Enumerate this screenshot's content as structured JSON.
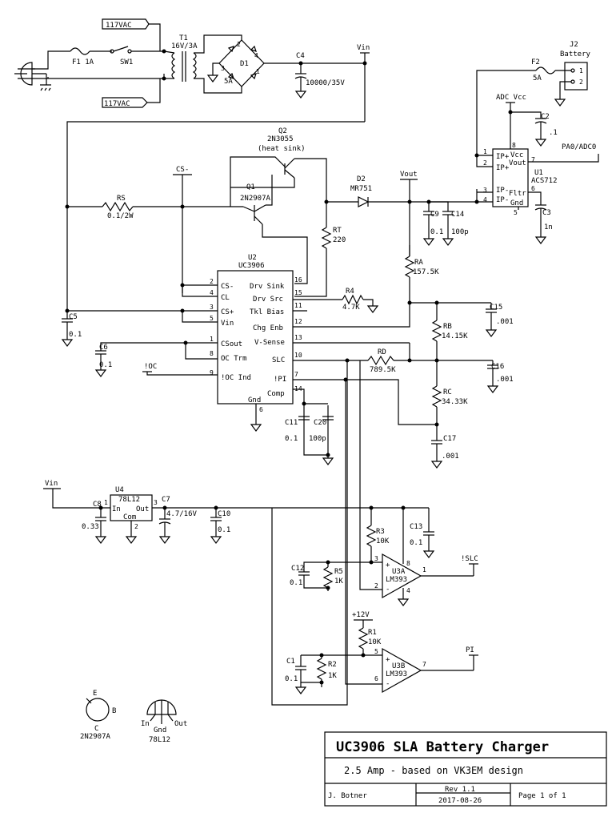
{
  "title_block": {
    "title": "UC3906 SLA Battery Charger",
    "subtitle": "2.5 Amp - based on VK3EM design",
    "author": "J. Botner",
    "rev": "Rev 1.1",
    "date": "2017-08-26",
    "page": "Page 1 of 1"
  },
  "power": {
    "ac_top": "117VAC",
    "ac_bottom": "117VAC",
    "fuse1": "F1 1A",
    "switch": "SW1",
    "transformer": "T1",
    "transformer_rating": "16V/3A",
    "bridge": "D1",
    "bridge_rating": "5A",
    "c4": "C4",
    "c4_value": "10000/35V",
    "vin_top": "Vin",
    "vin_reg": "Vin",
    "plus12": "+12V"
  },
  "battery": {
    "j2": "J2",
    "j2_label": "Battery",
    "fuse2": "F2",
    "fuse2_value": "5A",
    "pin1": "1",
    "pin2": "2"
  },
  "sensor": {
    "ref": "U1",
    "part": "ACS712",
    "adc_vcc": "ADC Vcc",
    "output": "PA0/ADC0",
    "pins": [
      "IP+",
      "IP+",
      "IP-",
      "IP-",
      "Gnd",
      "Fltr",
      "Vout",
      "Vcc"
    ],
    "pin_numbers": [
      "1",
      "2",
      "3",
      "4",
      "5",
      "6",
      "7",
      "8"
    ],
    "c2": "C2",
    "c2_value": ".1",
    "c3": "C3",
    "c3_value": "1n"
  },
  "pass": {
    "q2": "Q2",
    "q2_part": "2N3055",
    "q2_note": "(heat sink)",
    "q1": "Q1",
    "q1_part": "2N2907A",
    "rs": "RS",
    "rs_value": "0.1/2W",
    "cs_minus": "CS-",
    "d2": "D2",
    "d2_part": "MR751",
    "vout": "Vout",
    "rt": "RT",
    "rt_value": "220",
    "c9": "C9",
    "c9_value": "0.1",
    "c14": "C14",
    "c14_value": "100p"
  },
  "controller": {
    "ref": "U2",
    "part": "UC3906",
    "left_pins": [
      {
        "num": "2",
        "name": "CS-"
      },
      {
        "num": "4",
        "name": "CL"
      },
      {
        "num": "3",
        "name": "CS+"
      },
      {
        "num": "5",
        "name": "Vin"
      },
      {
        "num": "1",
        "name": "CSout"
      },
      {
        "num": "8",
        "name": "OC Trm"
      },
      {
        "num": "9",
        "name": "!OC Ind"
      }
    ],
    "right_pins": [
      {
        "num": "16",
        "name": "Drv Sink"
      },
      {
        "num": "15",
        "name": "Drv Src"
      },
      {
        "num": "11",
        "name": "Tkl Bias"
      },
      {
        "num": "12",
        "name": "Chg Enb"
      },
      {
        "num": "13",
        "name": "V-Sense"
      },
      {
        "num": "10",
        "name": "SLC"
      },
      {
        "num": "7",
        "name": "!PI"
      },
      {
        "num": "14",
        "name": "Comp"
      }
    ],
    "gnd_pin": {
      "num": "6",
      "name": "Gnd"
    },
    "oc_label": "!OC"
  },
  "divider": {
    "ra": "RA",
    "ra_value": "157.5K",
    "rb": "RB",
    "rb_value": "14.15K",
    "rc": "RC",
    "rc_value": "34.33K",
    "rd": "RD",
    "rd_value": "789.5K",
    "r4": "R4",
    "r4_value": "4.7K",
    "c15": "C15",
    "c15_value": ".001",
    "c16": "C16",
    "c16_value": ".001",
    "c17": "C17",
    "c17_value": ".001",
    "c5": "C5",
    "c5_value": "0.1",
    "c6": "C6",
    "c6_value": "0.1",
    "c11": "C11",
    "c11_value": "0.1",
    "c20": "C20",
    "c20_value": "100p"
  },
  "regulator": {
    "ref": "U4",
    "part": "78L12",
    "in": "In",
    "out": "Out",
    "com": "Com",
    "pin1": "1",
    "pin2": "2",
    "pin3": "3",
    "c8": "C8",
    "c8_value": "0.33",
    "c7": "C7",
    "c7_value": "4.7/16V",
    "c10": "C10",
    "c10_value": "0.1"
  },
  "comparators": {
    "u3a": "U3A",
    "u3a_part": "LM393",
    "u3b": "U3B",
    "u3b_part": "LM393",
    "r3": "R3",
    "r3_value": "10K",
    "r5": "R5",
    "r5_value": "1K",
    "c12": "C12",
    "c12_value": "0.1",
    "c13": "C13",
    "c13_value": "0.1",
    "r1": "R1",
    "r1_value": "10K",
    "r2": "R2",
    "r2_value": "1K",
    "c1": "C1",
    "c1_value": "0.1",
    "out_slc": "!SLC",
    "out_pi": "PI",
    "u3a_pins": [
      "3",
      "2",
      "1",
      "8",
      "4"
    ],
    "u3b_pins": [
      "5",
      "6",
      "7"
    ]
  },
  "pinouts": {
    "transistor": "2N2907A",
    "e": "E",
    "b": "B",
    "c": "C",
    "reg": "78L12",
    "in": "In",
    "gnd": "Gnd",
    "out": "Out"
  }
}
